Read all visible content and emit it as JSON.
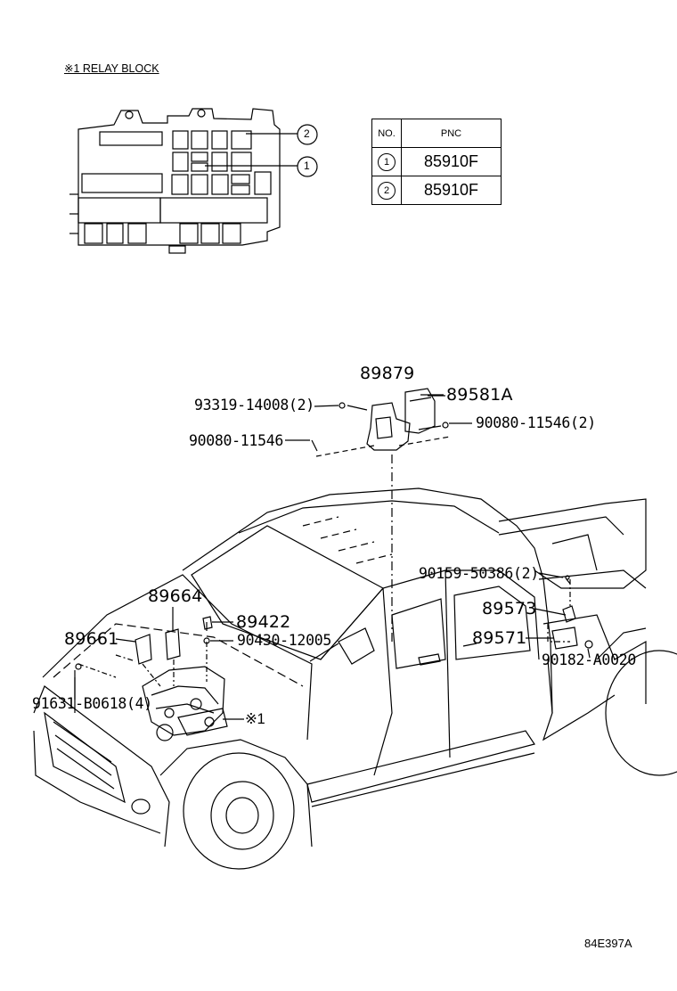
{
  "relay_block": {
    "title": "※1 RELAY BLOCK",
    "callouts": [
      "2",
      "1"
    ]
  },
  "pnc_table": {
    "headers": [
      "NO.",
      "PNC"
    ],
    "rows": [
      {
        "no": "1",
        "pnc": "85910F"
      },
      {
        "no": "2",
        "pnc": "85910F"
      }
    ]
  },
  "part_labels": {
    "p89879": "89879",
    "p89581A": "89581A",
    "p93319": "93319-14008(2)",
    "p90080_2": "90080-11546(2)",
    "p90080": "90080-11546",
    "p90159": "90159-50386(2)",
    "p89573": "89573",
    "p89571": "89571",
    "p90182": "90182-A0020",
    "p89664": "89664",
    "p89422": "89422",
    "p89661": "89661",
    "p90430": "90430-12005",
    "p91631": "91631-B0618(4)",
    "ref1": "※1"
  },
  "diagram_code": "84E397A"
}
